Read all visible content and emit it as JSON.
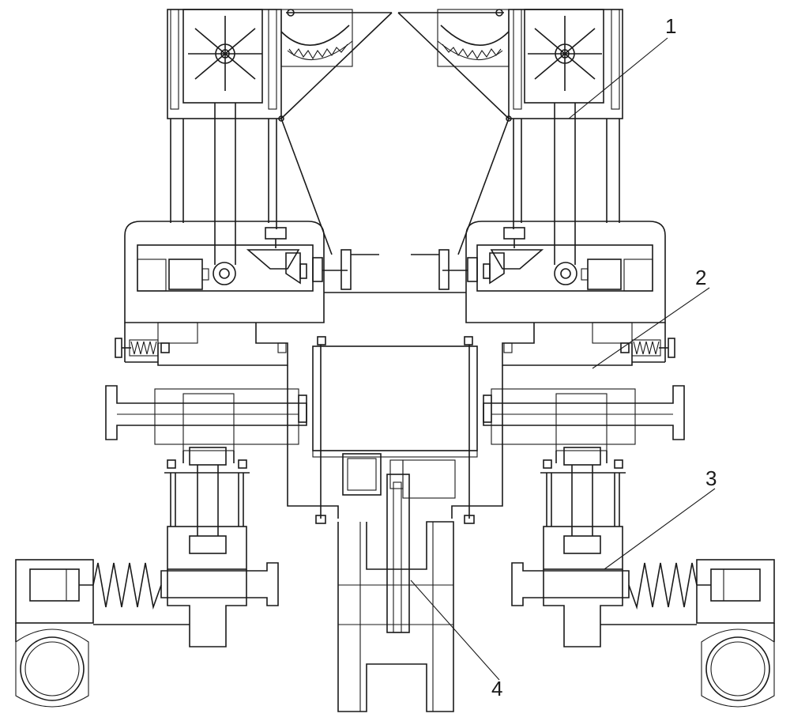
{
  "callouts": [
    {
      "id": "c1",
      "label": "1"
    },
    {
      "id": "c2",
      "label": "2"
    },
    {
      "id": "c3",
      "label": "3"
    },
    {
      "id": "c4",
      "label": "4"
    }
  ]
}
